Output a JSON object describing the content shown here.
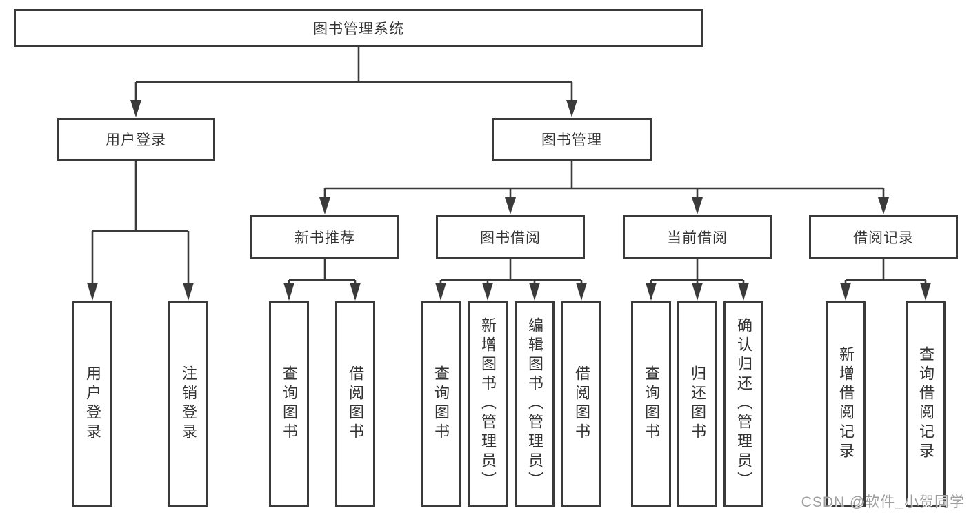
{
  "colors": {
    "line": "#3a3a3a",
    "text": "#333333",
    "watermark": "#9e9e9e",
    "background": "#ffffff"
  },
  "watermark": {
    "text": "CSDN @软件_小贺同学"
  },
  "tree": {
    "label": "图书管理系统",
    "children": [
      {
        "label": "用户登录",
        "children": [
          {
            "label": "用户登录"
          },
          {
            "label": "注销登录"
          }
        ]
      },
      {
        "label": "图书管理",
        "children": [
          {
            "label": "新书推荐",
            "children": [
              {
                "label": "查询图书"
              },
              {
                "label": "借阅图书"
              }
            ]
          },
          {
            "label": "图书借阅",
            "children": [
              {
                "label": "查询图书"
              },
              {
                "label": "新增图书（管理员）"
              },
              {
                "label": "编辑图书（管理员）"
              },
              {
                "label": "借阅图书"
              }
            ]
          },
          {
            "label": "当前借阅",
            "children": [
              {
                "label": "查询图书"
              },
              {
                "label": "归还图书"
              },
              {
                "label": "确认归还（管理员）"
              }
            ]
          },
          {
            "label": "借阅记录",
            "children": [
              {
                "label": "新增借阅记录"
              },
              {
                "label": "查询借阅记录"
              }
            ]
          }
        ]
      }
    ]
  }
}
